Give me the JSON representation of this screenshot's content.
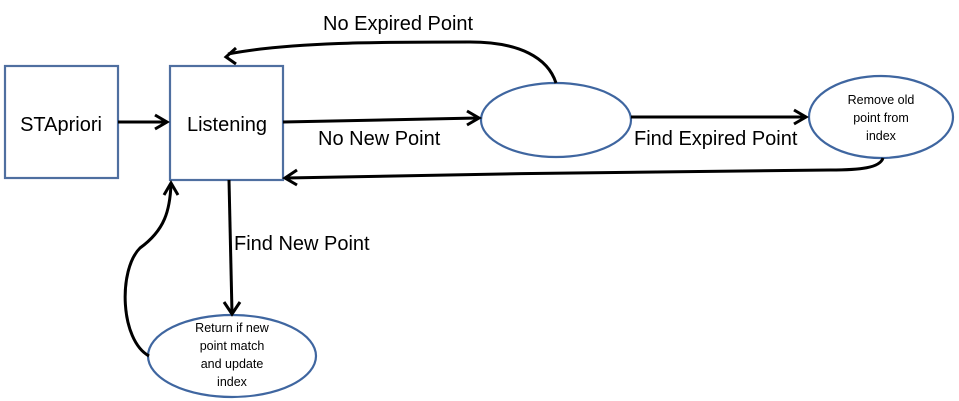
{
  "nodes": {
    "stapriori": {
      "label": "STApriori"
    },
    "listening": {
      "label": "Listening"
    },
    "empty_state": {
      "label": ""
    },
    "remove_old": {
      "lines": [
        "Remove old",
        "point from",
        "index"
      ]
    },
    "return_match": {
      "lines": [
        "Return if new",
        "point match",
        "and update",
        "index"
      ]
    }
  },
  "edges": {
    "no_expired_point": {
      "label": "No Expired Point"
    },
    "no_new_point": {
      "label": "No New Point"
    },
    "find_expired_point": {
      "label": "Find Expired Point"
    },
    "find_new_point": {
      "label": "Find New Point"
    }
  }
}
